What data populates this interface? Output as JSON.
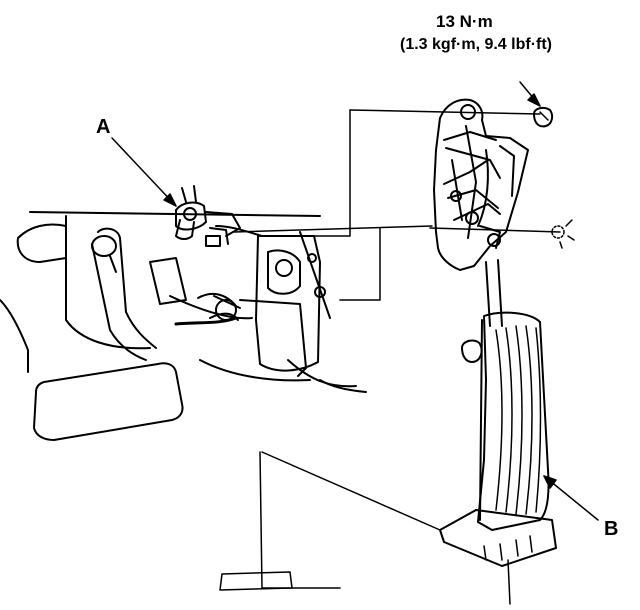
{
  "diagram": {
    "callouts": {
      "a": "A",
      "b": "B"
    },
    "torque_spec": {
      "value": "13 N·m",
      "conversions": "(1.3 kgf·m, 9.4 lbf·ft)"
    }
  }
}
